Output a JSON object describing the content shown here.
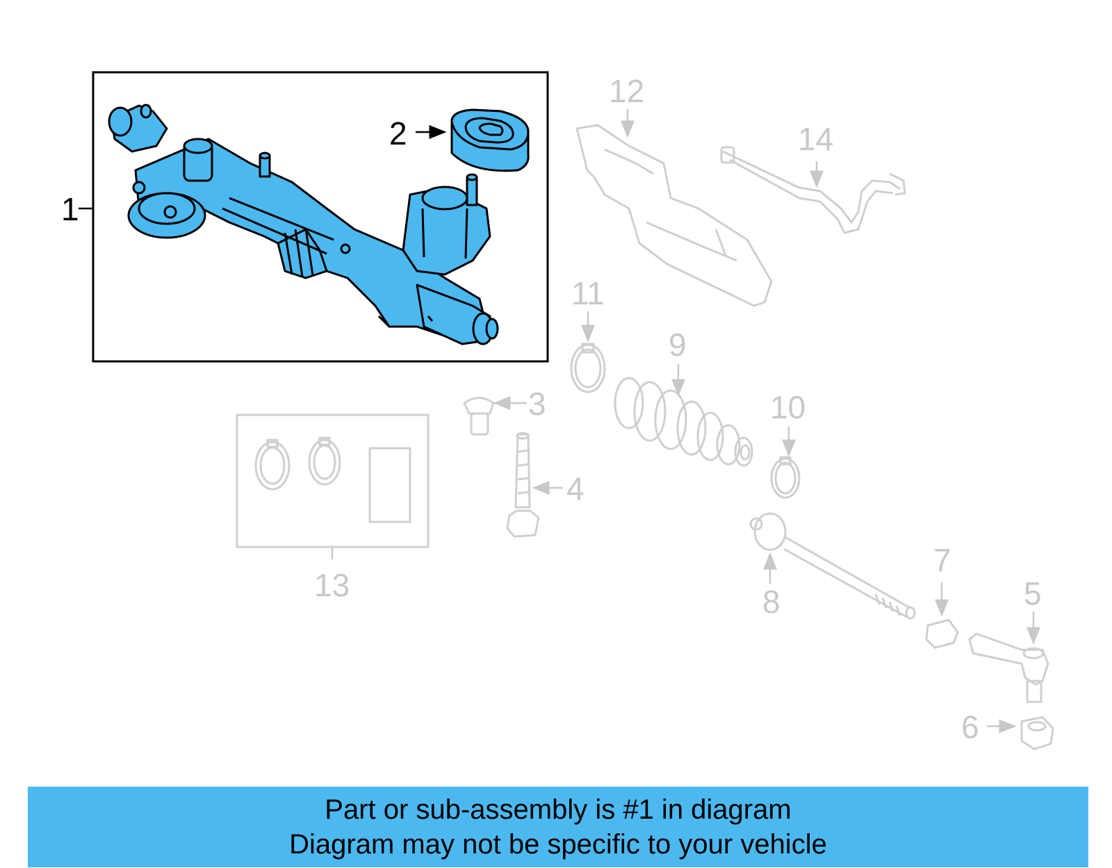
{
  "colors": {
    "highlight_fill": "#4cb8f0",
    "highlight_stroke": "#000000",
    "muted_stroke": "#cfcfcf",
    "banner_background": "#4cb8f0"
  },
  "callouts": {
    "c1": "1",
    "c2": "2",
    "c3": "3",
    "c4": "4",
    "c5": "5",
    "c6": "6",
    "c7": "7",
    "c8": "8",
    "c9": "9",
    "c10": "10",
    "c11": "11",
    "c12": "12",
    "c13": "13",
    "c14": "14"
  },
  "highlighted_part": "1",
  "banner": {
    "line1": "Part or sub-assembly is #1 in diagram",
    "line2": "Diagram may not be specific to your vehicle"
  }
}
